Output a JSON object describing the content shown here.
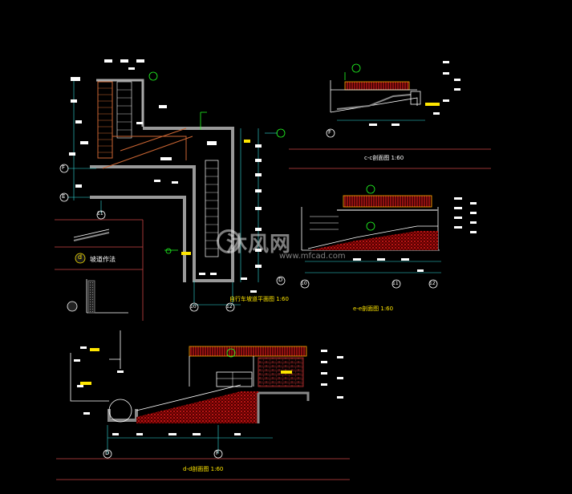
{
  "drawing": {
    "background_color": "#000000",
    "colors": {
      "line_white": "#ffffff",
      "line_green": "#22ff22",
      "line_cyan": "#33dddd",
      "line_yellow": "#ffe600",
      "hatch_red": "#cc1111",
      "stair_orange": "#cc6633"
    },
    "plan": {
      "title": "自行车坡道平面图 1:60",
      "axes": [
        "F",
        "E",
        "11",
        "D",
        "10",
        "12"
      ],
      "detail_label": "坡道作法",
      "detail_marker": "d"
    },
    "section_cc": {
      "title": "c-c剖面图   1:60",
      "axis": "F"
    },
    "section_ee": {
      "title": "e-e剖面图   1:60",
      "axes": [
        "10",
        "11",
        "12"
      ]
    },
    "section_dd": {
      "title": "d-d剖面图   1:60",
      "axes": [
        "D",
        "F"
      ]
    },
    "watermark": {
      "brand": "沐风网",
      "url": "www.mfcad.com"
    }
  }
}
